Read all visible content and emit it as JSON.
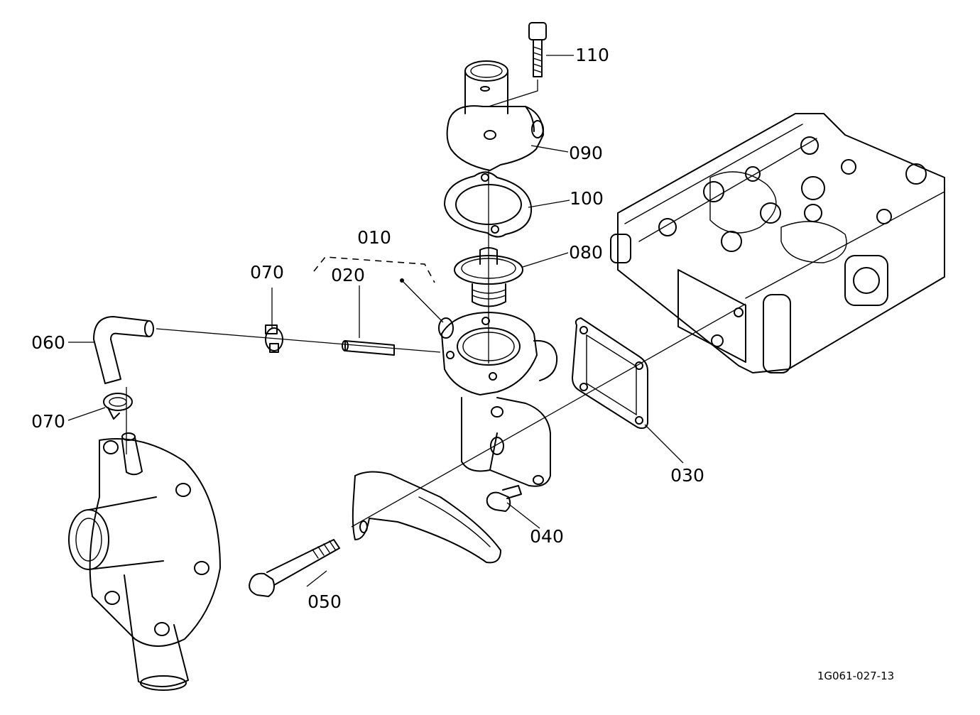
{
  "callouts": {
    "c010": "010",
    "c020": "020",
    "c030": "030",
    "c040": "040",
    "c050": "050",
    "c060": "060",
    "c070a": "070",
    "c070b": "070",
    "c080": "080",
    "c090": "090",
    "c100": "100",
    "c110": "110"
  },
  "drawing_code": "1G061-027-13"
}
